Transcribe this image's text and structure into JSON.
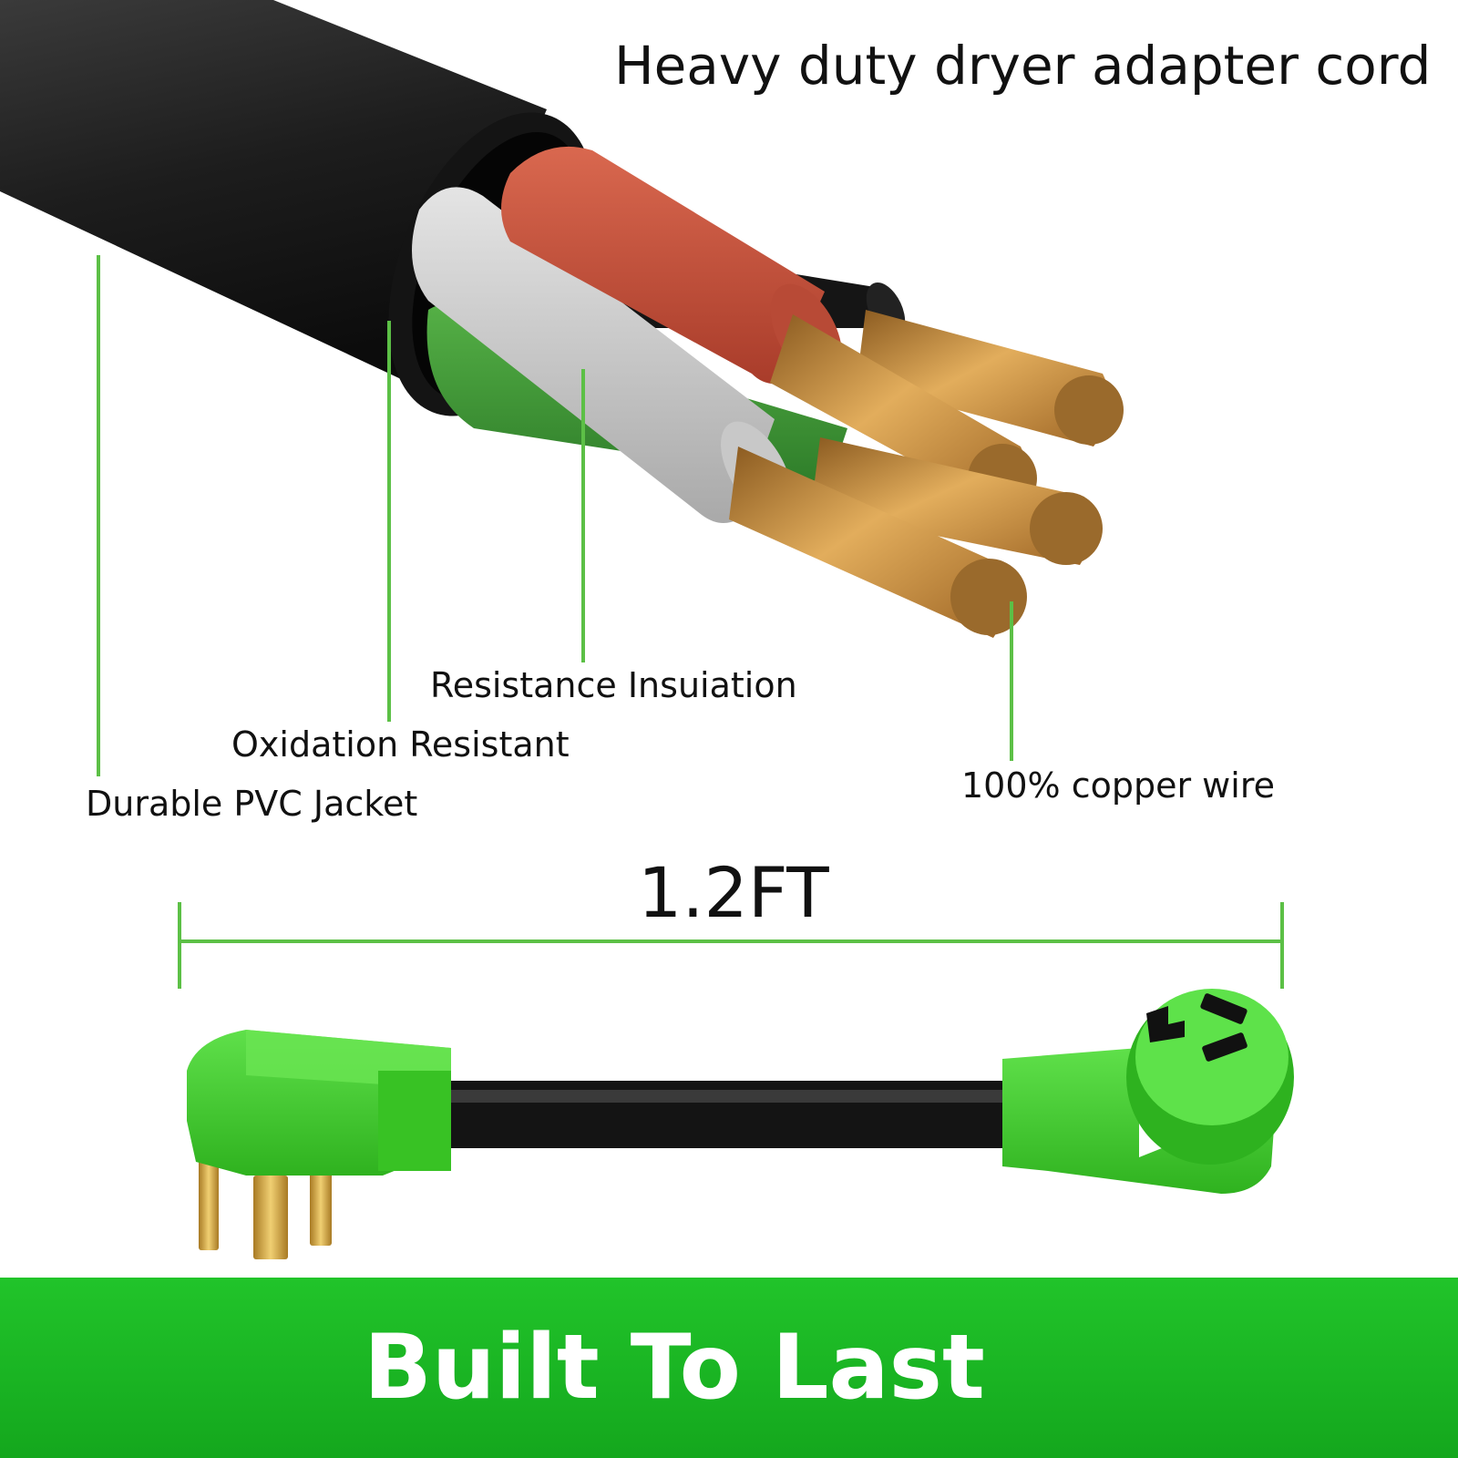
{
  "title": "Heavy duty dryer adapter cord",
  "labels": {
    "resistance": "Resistance Insuiation",
    "oxidation": "Oxidation Resistant",
    "jacket": "Durable PVC Jacket",
    "copper": "100% copper wire"
  },
  "length": "1.2FT",
  "banner": "Built To Last",
  "colors": {
    "accent_green": "#5cc046",
    "banner_green": "#1bb623",
    "plug_green": "#3fd12c",
    "jacket_black": "#1c1c1c",
    "wire_red": "#c9503a",
    "wire_white": "#cfcfcf",
    "wire_green": "#3e9a36",
    "copper": "#c88a3a"
  },
  "icons": [
    "cable-cross-section",
    "dryer-plug",
    "dryer-receptacle"
  ]
}
